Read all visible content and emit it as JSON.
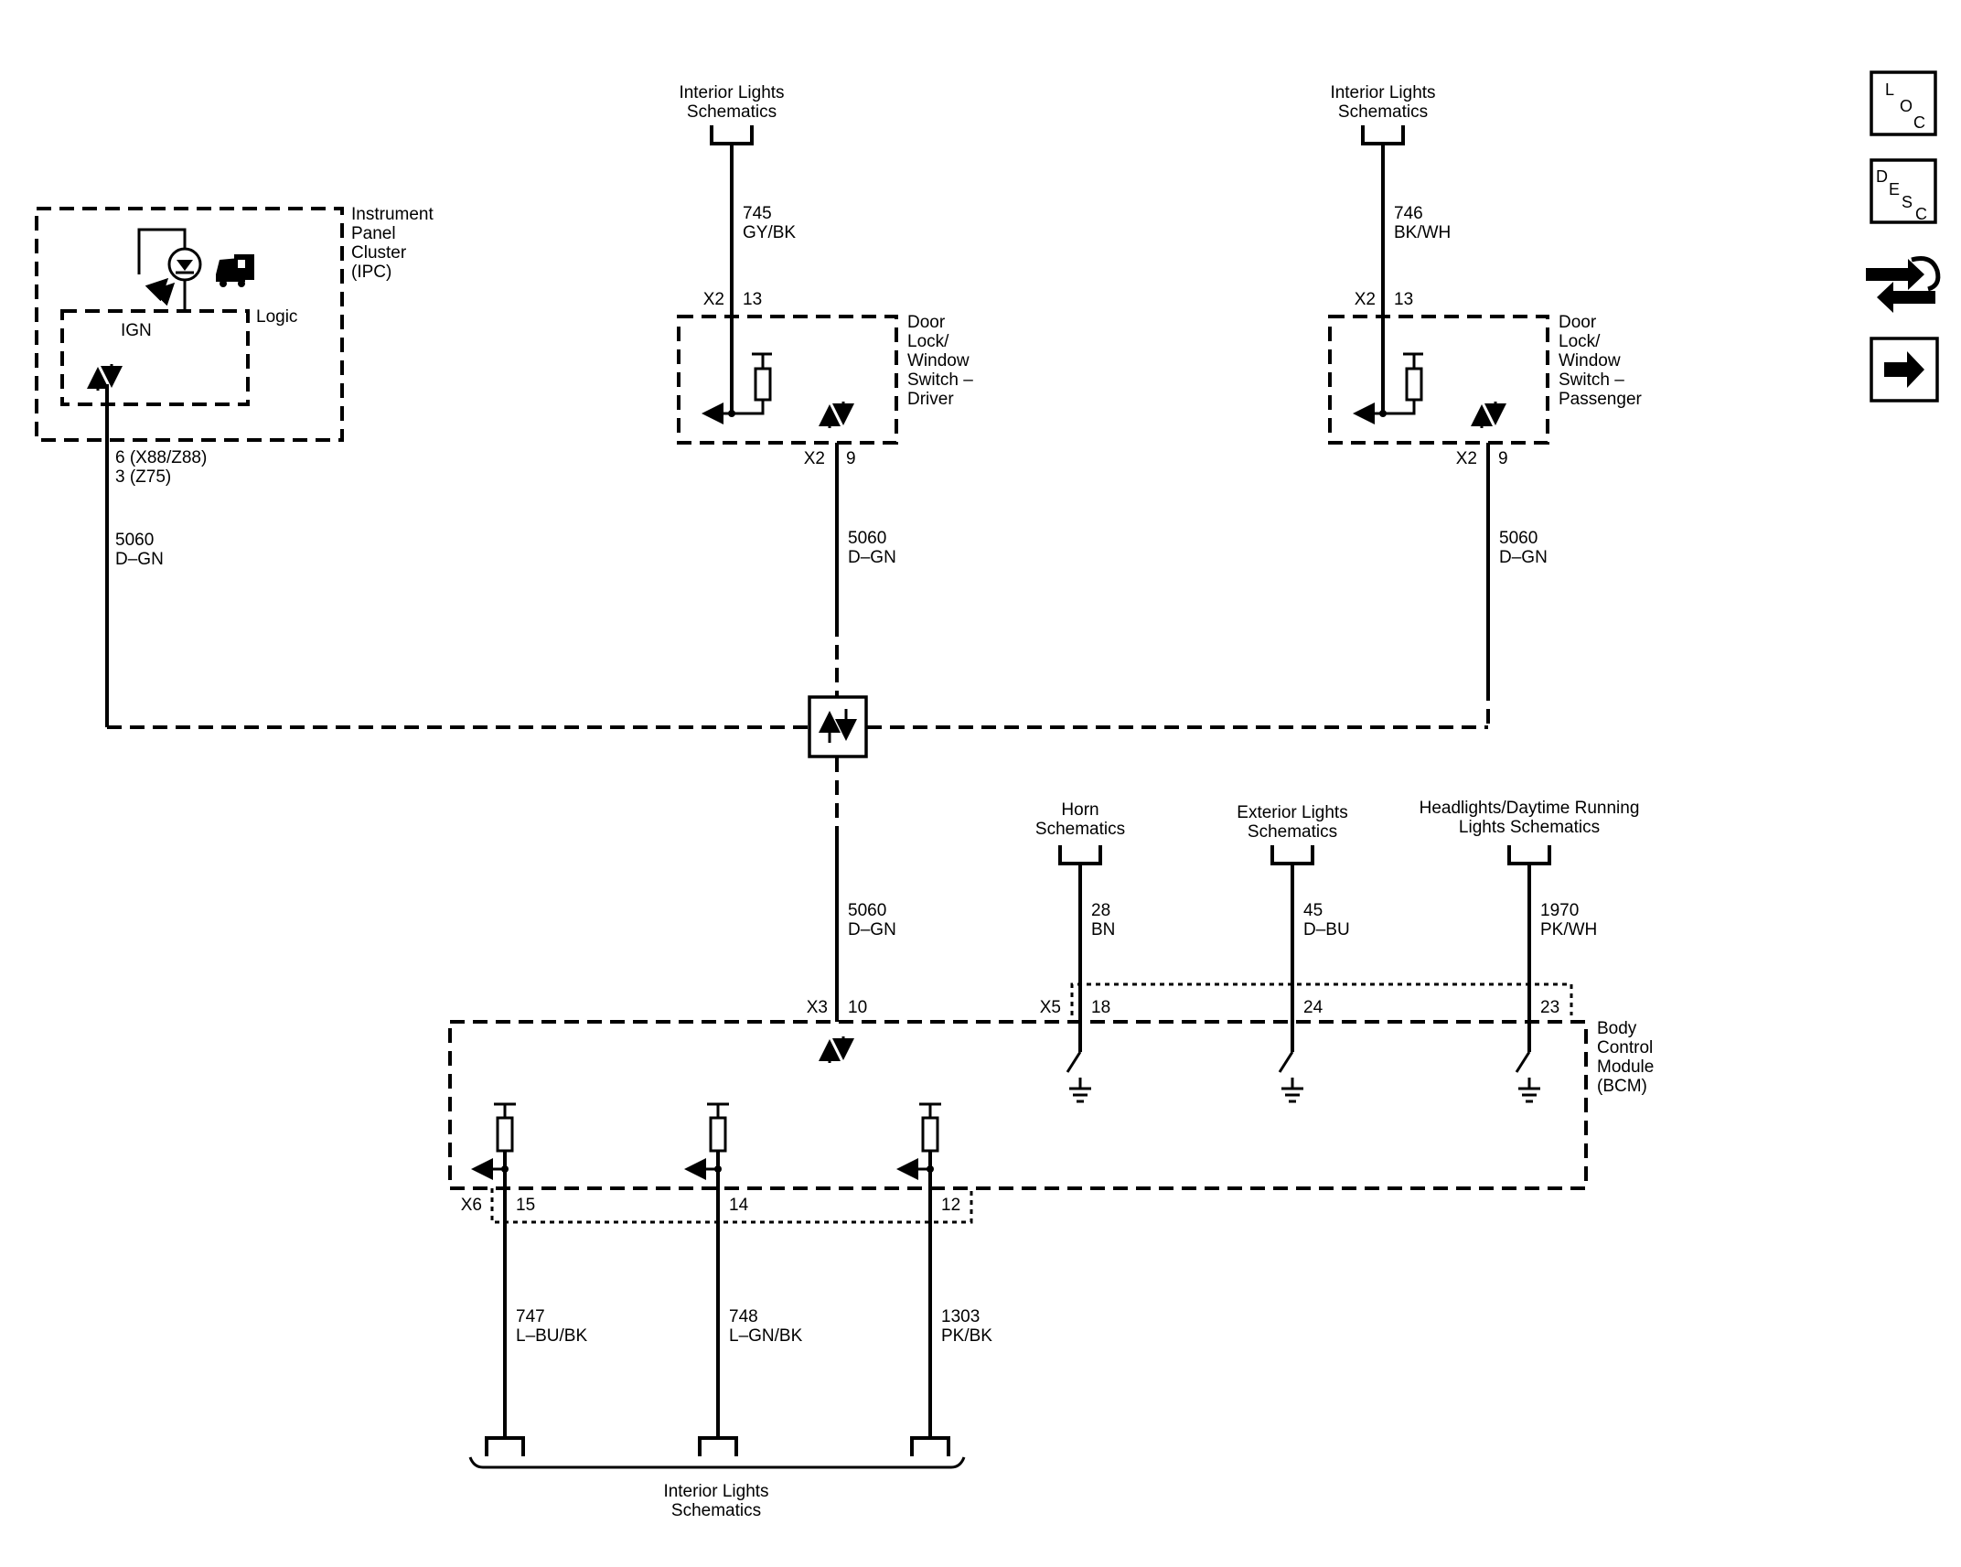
{
  "ipc": {
    "title_lines": [
      "Instrument",
      "Panel",
      "Cluster",
      "(IPC)"
    ],
    "ign": "IGN",
    "logic": "Logic",
    "pin_lines": [
      "6 (X88/Z88)",
      "3 (Z75)"
    ],
    "wire_circuit": "5060",
    "wire_color": "D–GN"
  },
  "driver_switch": {
    "ref_lines": [
      "Interior Lights",
      "Schematics"
    ],
    "in_circuit": "745",
    "in_color": "GY/BK",
    "top_connector": "X2",
    "top_pin": "13",
    "title_lines": [
      "Door",
      "Lock/",
      "Window",
      "Switch –",
      "Driver"
    ],
    "bottom_connector": "X2",
    "bottom_pin": "9",
    "out_circuit": "5060",
    "out_color": "D–GN"
  },
  "passenger_switch": {
    "ref_lines": [
      "Interior Lights",
      "Schematics"
    ],
    "in_circuit": "746",
    "in_color": "BK/WH",
    "top_connector": "X2",
    "top_pin": "13",
    "title_lines": [
      "Door",
      "Lock/",
      "Window",
      "Switch –",
      "Passenger"
    ],
    "bottom_connector": "X2",
    "bottom_pin": "9",
    "out_circuit": "5060",
    "out_color": "D–GN"
  },
  "bcm": {
    "title_lines": [
      "Body",
      "Control",
      "Module",
      "(BCM)"
    ],
    "lin_circuit": "5060",
    "lin_color": "D–GN",
    "lin_connector": "X3",
    "lin_pin": "10",
    "inputs_connector": "X5",
    "inputs": [
      {
        "ref_lines": [
          "Horn",
          "Schematics"
        ],
        "circuit": "28",
        "color": "BN",
        "pin": "18"
      },
      {
        "ref_lines": [
          "Exterior Lights",
          "Schematics"
        ],
        "circuit": "45",
        "color": "D–BU",
        "pin": "24"
      },
      {
        "ref_lines": [
          "Headlights/Daytime Running",
          "Lights Schematics"
        ],
        "circuit": "1970",
        "color": "PK/WH",
        "pin": "23"
      }
    ],
    "outputs_connector": "X6",
    "outputs": [
      {
        "pin": "15",
        "circuit": "747",
        "color": "L–BU/BK"
      },
      {
        "pin": "14",
        "circuit": "748",
        "color": "L–GN/BK"
      },
      {
        "pin": "12",
        "circuit": "1303",
        "color": "PK/BK"
      }
    ],
    "outputs_ref_lines": [
      "Interior Lights",
      "Schematics"
    ]
  },
  "nav": {
    "loc": [
      "L",
      "O",
      "C"
    ],
    "desc": [
      "D",
      "E",
      "S",
      "C"
    ],
    "icons": [
      "loc-icon",
      "desc-icon",
      "connector-icon",
      "next-arrow-icon"
    ]
  }
}
